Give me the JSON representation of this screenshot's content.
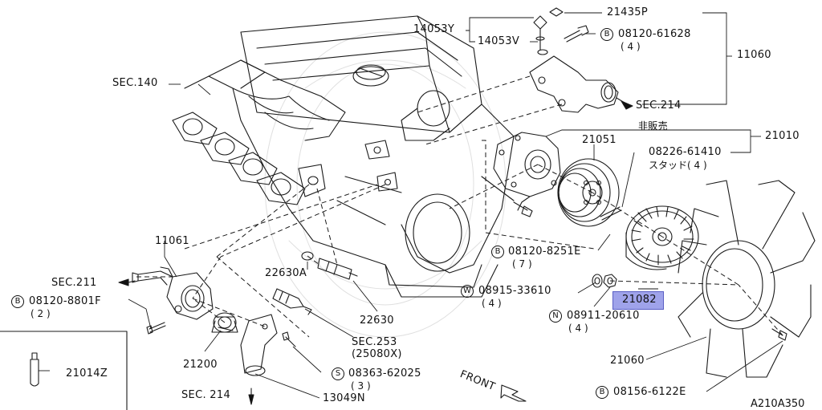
{
  "labels": {
    "p21435P": "21435P",
    "p14053Y": "14053Y",
    "p14053V": "14053V",
    "b_0812061628": "08120-61628",
    "q_0812061628": "( 4 )",
    "p11060": "11060",
    "sec140": "SEC.140",
    "sec214_top": "SEC.214",
    "hanbai": "非販売",
    "p21010": "21010",
    "p21051": "21051",
    "p0822661410": "08226-61410",
    "stud": "スタッド( 4 )",
    "p11061": "11061",
    "p22630A": "22630A",
    "b_081208251E": "08120-8251E",
    "q_081208251E": "( 7 )",
    "sec211": "SEC.211",
    "w_0891533610": "08915-33610",
    "q_0891533610": "( 4 )",
    "p21082": "21082",
    "b_081208801F": "08120-8801F",
    "q_081208801F": "( 2 )",
    "p22630": "22630",
    "n_0891120610": "08911-20610",
    "q_0891120610": "( 4 )",
    "sec253": "SEC.253",
    "sec253_sub": "(25080X)",
    "p21200": "21200",
    "p21060": "21060",
    "p21014Z": "21014Z",
    "s_0836362025": "08363-62025",
    "q_0836362025": "( 3 )",
    "front": "FRONT",
    "sec214_bottom": "SEC. 214",
    "p13049N": "13049N",
    "b_081566122E": "08156-6122E",
    "sheet": "A210A350"
  },
  "markers": {
    "B": "B",
    "W": "W",
    "N": "N",
    "S": "S"
  },
  "highlight_color": "#9fa3ea"
}
